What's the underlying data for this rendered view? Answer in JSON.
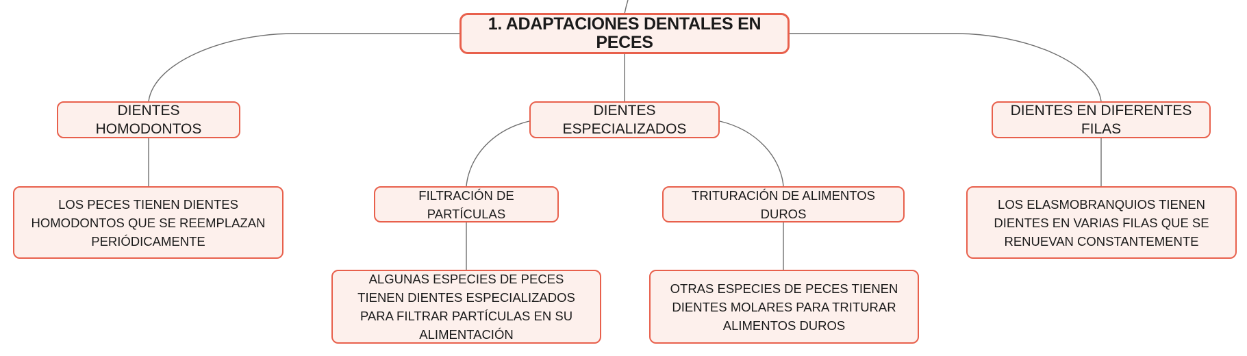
{
  "diagram": {
    "root": {
      "label": "1. ADAPTACIONES DENTALES EN PECES"
    },
    "branches": [
      {
        "label": "DIENTES HOMODONTOS",
        "detail": "LOS PECES TIENEN DIENTES HOMODONTOS QUE SE REEMPLAZAN PERIÓDICAMENTE"
      },
      {
        "label": "DIENTES ESPECIALIZADOS",
        "children": [
          {
            "label": "FILTRACIÓN DE PARTÍCULAS",
            "detail": "ALGUNAS ESPECIES DE PECES TIENEN DIENTES ESPECIALIZADOS PARA FILTRAR PARTÍCULAS EN SU ALIMENTACIÓN"
          },
          {
            "label": "TRITURACIÓN DE ALIMENTOS DUROS",
            "detail": "OTRAS ESPECIES DE PECES TIENEN DIENTES MOLARES PARA TRITURAR ALIMENTOS DUROS"
          }
        ]
      },
      {
        "label": "DIENTES EN DIFERENTES FILAS",
        "detail": "LOS ELASMOBRANQUIOS TIENEN DIENTES EN VARIAS FILAS QUE SE RENUEVAN CONSTANTEMENTE"
      }
    ]
  },
  "colors": {
    "node_border": "#e8604c",
    "node_fill": "#fdf0ec",
    "connector": "#6e6e6e",
    "text": "#1a1a1a"
  }
}
